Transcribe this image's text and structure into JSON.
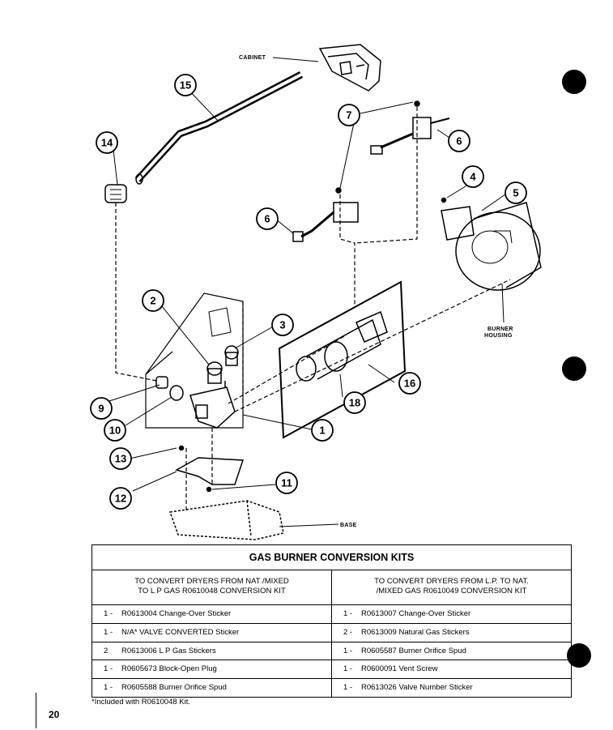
{
  "diagram": {
    "labels": {
      "cabinet": "CABINET",
      "burner_housing_line1": "BURNER",
      "burner_housing_line2": "HOUSING",
      "base": "BASE"
    },
    "callouts": [
      "1",
      "2",
      "3",
      "4",
      "5",
      "6",
      "6",
      "7",
      "9",
      "10",
      "11",
      "12",
      "13",
      "14",
      "15",
      "16",
      "18"
    ]
  },
  "table": {
    "title": "GAS BURNER CONVERSION KITS",
    "left": {
      "heading_line1": "TO CONVERT DRYERS FROM NAT /MIXED",
      "heading_line2": "TO L P GAS R0610048 CONVERSION KIT",
      "items": [
        {
          "qty": "1 -",
          "desc": "R0613004 Change-Over Sticker"
        },
        {
          "qty": "1 -",
          "desc": "N/A* VALVE CONVERTED Sticker"
        },
        {
          "qty": "2",
          "desc": "R0613006 L P Gas Stickers"
        },
        {
          "qty": "1 -",
          "desc": "R0605673 Block-Open Plug"
        },
        {
          "qty": "1 -",
          "desc": "R0605588 Burner Orifice Spud"
        }
      ]
    },
    "right": {
      "heading_line1": "TO CONVERT DRYERS FROM L.P. TO NAT.",
      "heading_line2": "/MIXED GAS R0610049 CONVERSION KIT",
      "items": [
        {
          "qty": "1 -",
          "desc": "R0613007 Change-Over Sticker"
        },
        {
          "qty": "2 -",
          "desc": "R0613009 Natural Gas Stickers"
        },
        {
          "qty": "1 -",
          "desc": "R0605587 Burner Orifice Spud"
        },
        {
          "qty": "1 -",
          "desc": "R0600091 Vent Screw"
        },
        {
          "qty": "1 -",
          "desc": "R0613026 Valve Number Sticker"
        }
      ]
    }
  },
  "footnote": "*Included with R0610048 Kit.",
  "page_number": "20"
}
